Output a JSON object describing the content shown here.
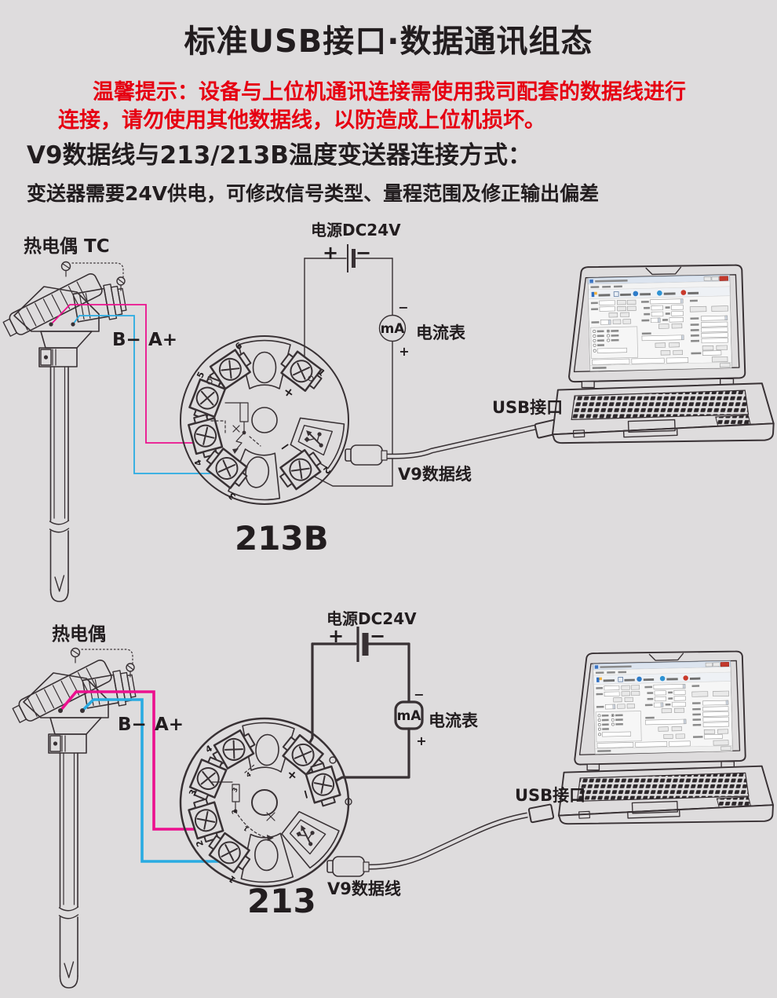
{
  "page": {
    "background": "#dedcdd",
    "line_color": "#383134"
  },
  "header": {
    "title": "标准USB接口·数据通讯组态",
    "warning_line1": "温馨提示：设备与上位机通讯连接需使用我司配套的数据线进行",
    "warning_line2": "连接，请勿使用其他数据线，以防造成上位机损坏。",
    "warning_color": "#e60012",
    "subtitle": "V9数据线与213/213B温度变送器连接方式：",
    "description": "变送器需要24V供电，可修改信号类型、量程范围及修正输出偏差"
  },
  "diagram1": {
    "model": "213B",
    "sensor_label": "热电偶 TC",
    "wire_negative_label": "B−",
    "wire_positive_label": "A+",
    "power_label": "电源DC24V",
    "plus": "+",
    "minus": "−",
    "meter_unit": "mA",
    "meter_label": "电流表",
    "usb_port_label": "USB接口",
    "cable_label": "V9数据线",
    "terminals": [
      "1",
      "2",
      "3",
      "4",
      "5",
      "6"
    ],
    "wire_negative_color": "#ec108e",
    "wire_positive_color": "#29abe2"
  },
  "diagram2": {
    "model": "213",
    "sensor_label": "热电偶",
    "wire_negative_label": "B−",
    "wire_positive_label": "A+",
    "power_label": "电源DC24V",
    "plus": "+",
    "minus": "−",
    "meter_unit": "mA",
    "meter_label": "电流表",
    "usb_port_label": "USB接口",
    "cable_label": "V9数据线",
    "terminals": [
      "1",
      "2",
      "3",
      "4"
    ],
    "wire_negative_color": "#ec108e",
    "wire_positive_color": "#29abe2"
  }
}
